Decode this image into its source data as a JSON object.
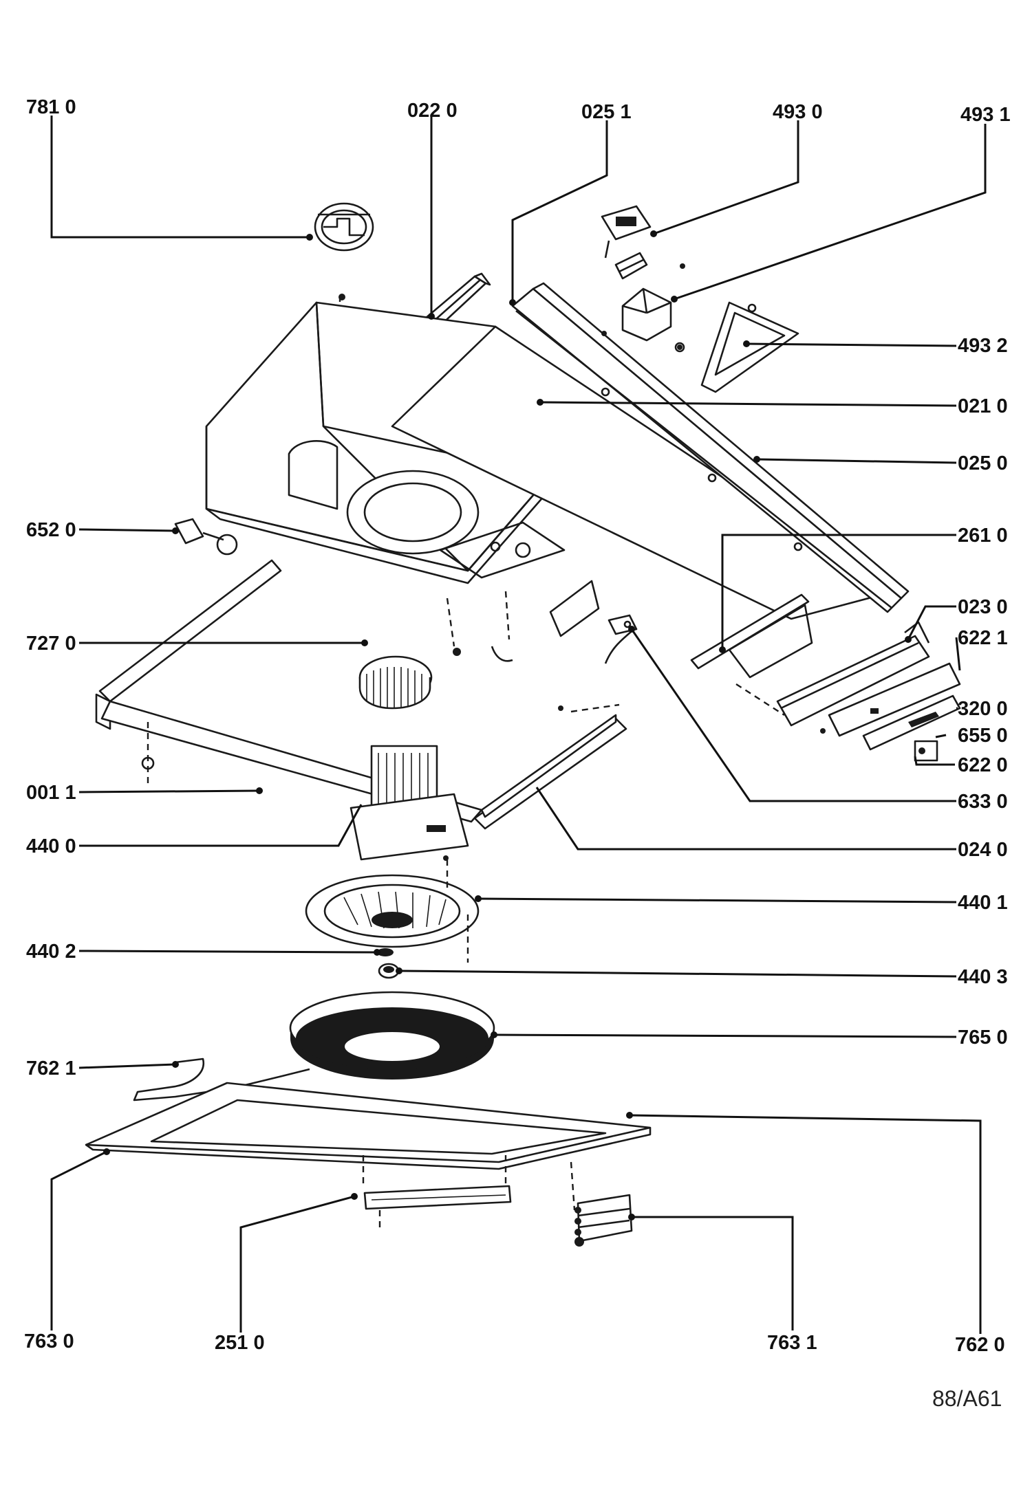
{
  "diagram_ref": "88/A61",
  "labels": {
    "p7810": "781 0",
    "p0220": "022 0",
    "p0251": "025 1",
    "p4930": "493 0",
    "p4931": "493 1",
    "p4932": "493 2",
    "p0210": "021 0",
    "p0250": "025 0",
    "p6520": "652 0",
    "p2610": "261 0",
    "p0230": "023 0",
    "p6221": "622 1",
    "p7270": "727 0",
    "p3200": "320 0",
    "p6550": "655 0",
    "p6220": "622 0",
    "p0011": "001 1",
    "p6330": "633 0",
    "p4400": "440 0",
    "p0240": "024 0",
    "p4401": "440 1",
    "p4402": "440 2",
    "p4403": "440 3",
    "p7650": "765 0",
    "p7621": "762 1",
    "p7630": "763  0",
    "p2510": "251 0",
    "p7631": "763 1",
    "p7620": "762 0"
  }
}
